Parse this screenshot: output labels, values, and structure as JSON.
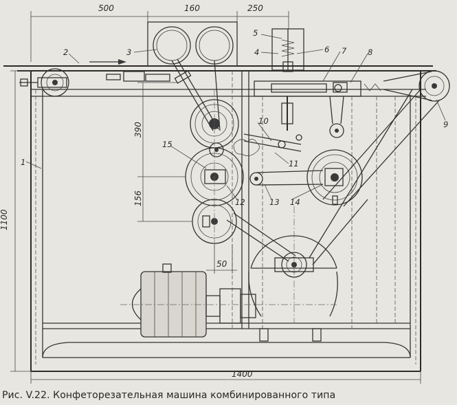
{
  "caption": "Рис. V.22. Конфеторезательная машина комбинированного типа",
  "dimensions": {
    "d500": "500",
    "d160": "160",
    "d250": "250",
    "d390": "390",
    "d156": "156",
    "d1100": "1100",
    "d50": "50",
    "d1400": "1400"
  },
  "callouts": {
    "c1": "1",
    "c2": "2",
    "c3": "3",
    "c4": "4",
    "c5": "5",
    "c6": "6",
    "c7": "7",
    "c8": "8",
    "c9": "9",
    "c10": "10",
    "c11": "11",
    "c12": "12",
    "c13": "13",
    "c14": "14",
    "c15": "15"
  }
}
